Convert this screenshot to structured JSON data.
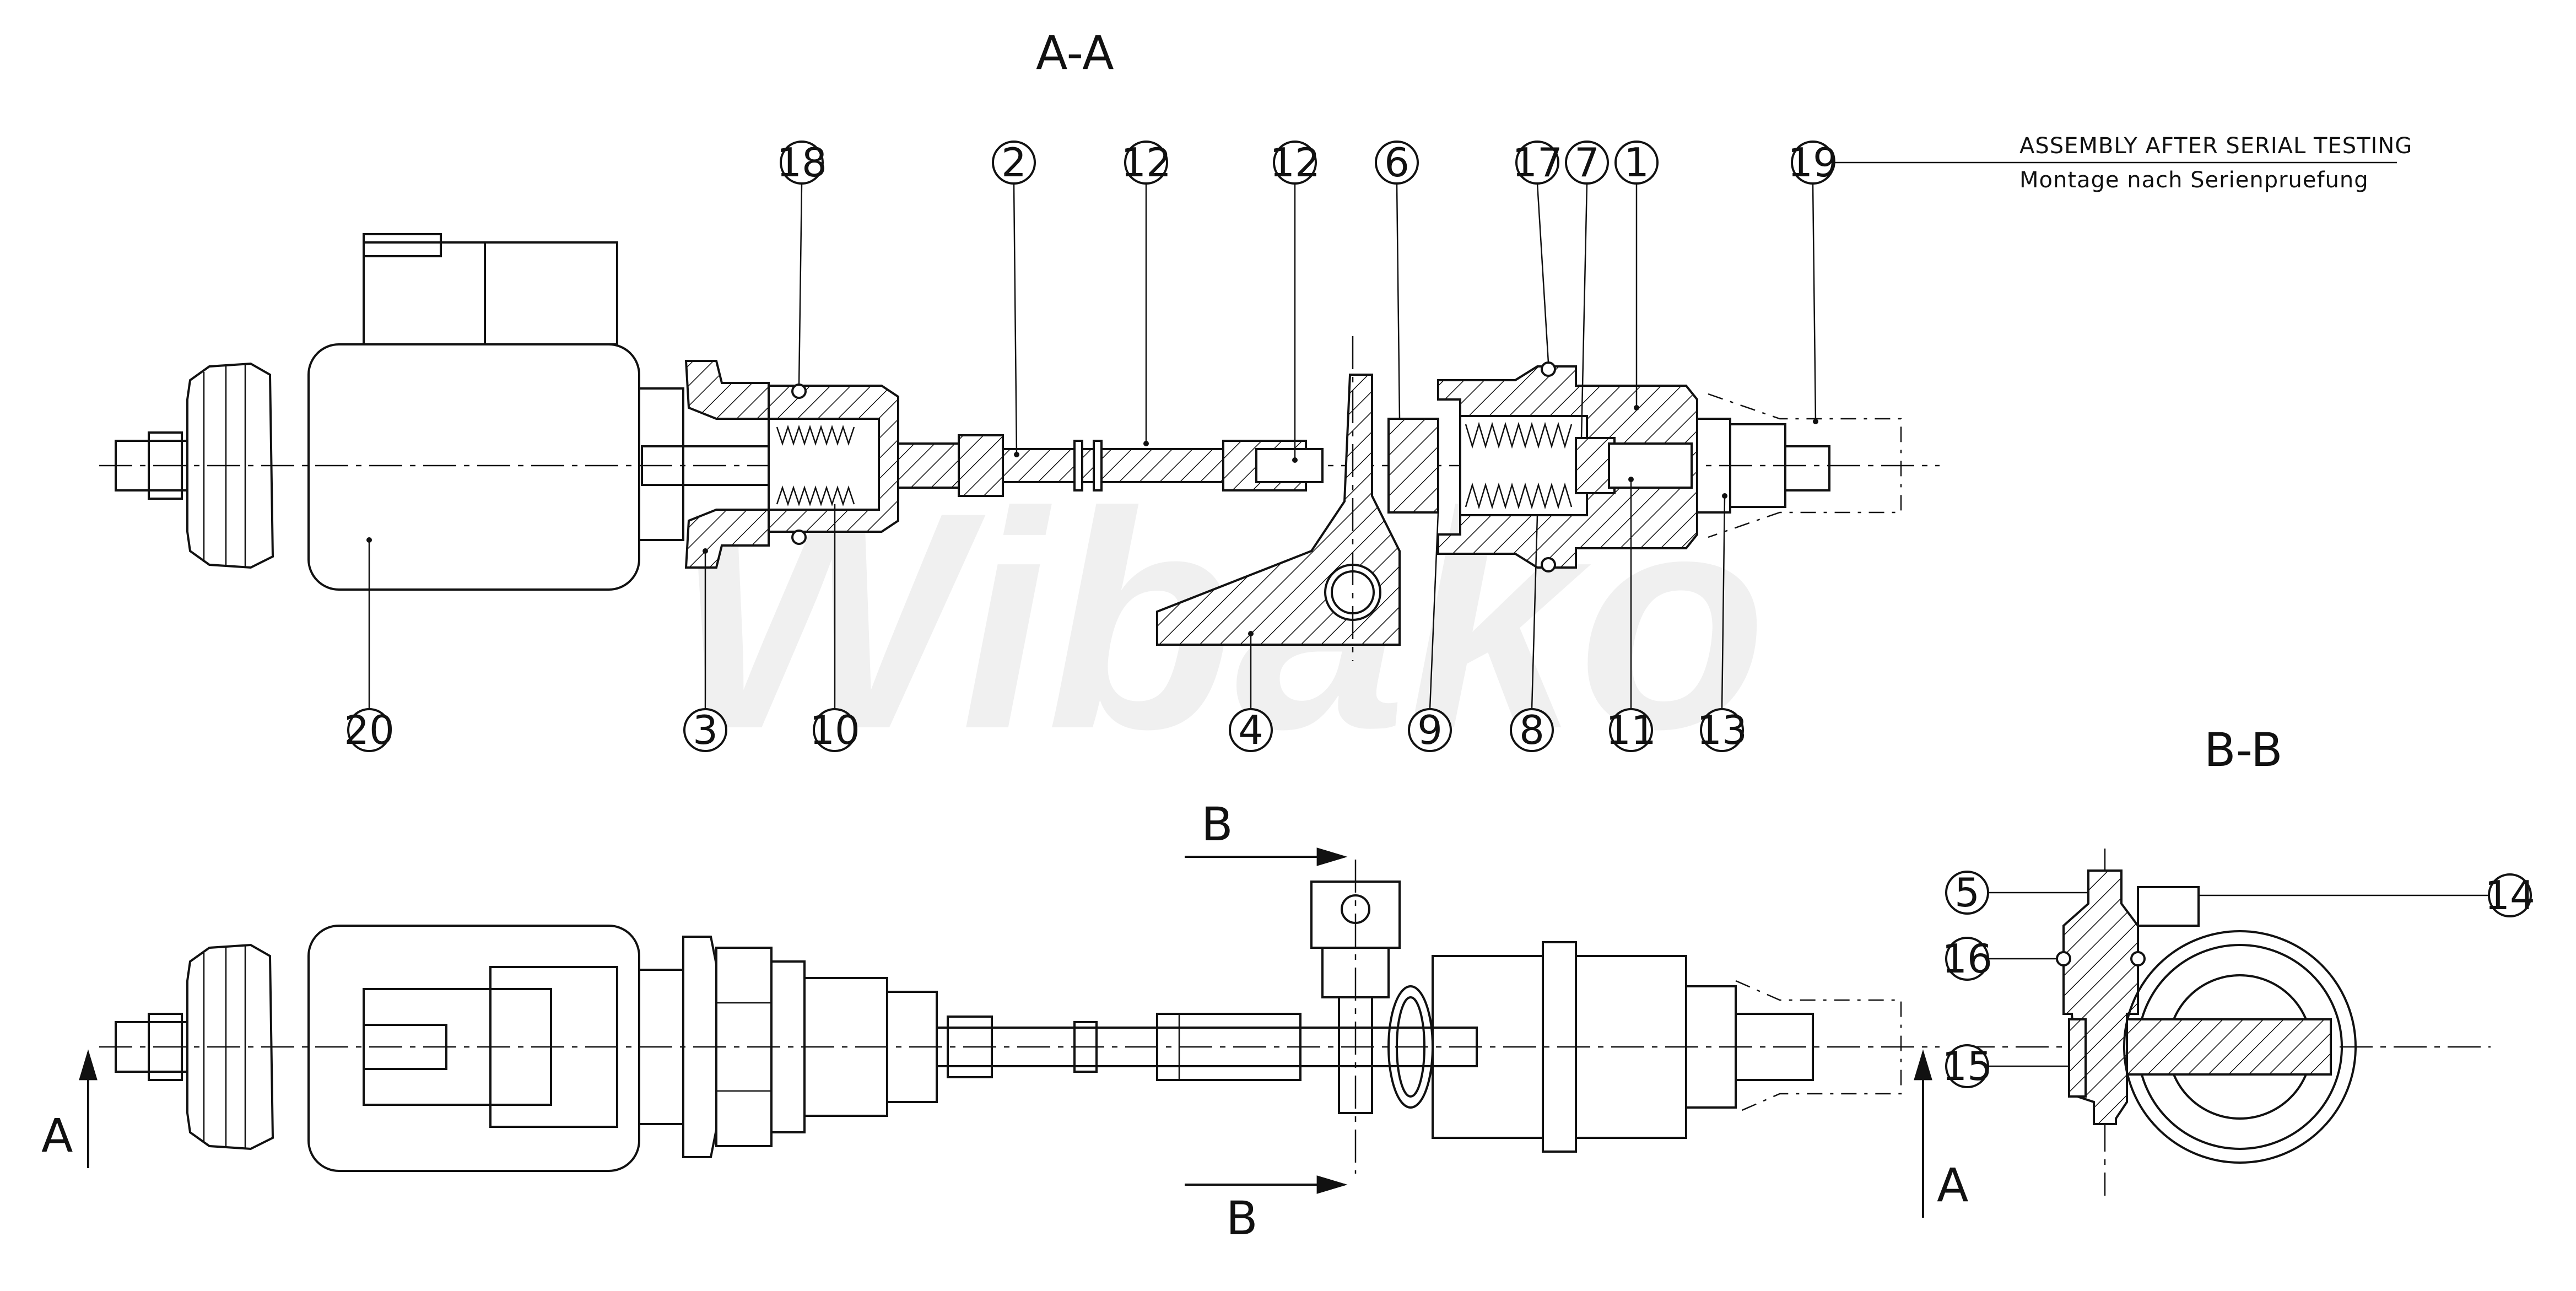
{
  "watermark": "Wibako",
  "note": {
    "line1": "ASSEMBLY AFTER SERIAL TESTING",
    "line2": "Montage nach Serienpruefung"
  },
  "sections": {
    "aa_title": "A-A",
    "bb_title": "B-B",
    "cut_b_top": "B",
    "cut_b_bottom": "B",
    "cut_a_left": "A",
    "cut_a_right": "A"
  },
  "balloons": {
    "aa_top": [
      "18",
      "2",
      "12",
      "12",
      "6",
      "17",
      "7",
      "1",
      "19"
    ],
    "aa_bottom": [
      "20",
      "3",
      "10",
      "4",
      "9",
      "8",
      "11",
      "13"
    ],
    "bb": [
      "5",
      "14",
      "16",
      "15"
    ]
  }
}
